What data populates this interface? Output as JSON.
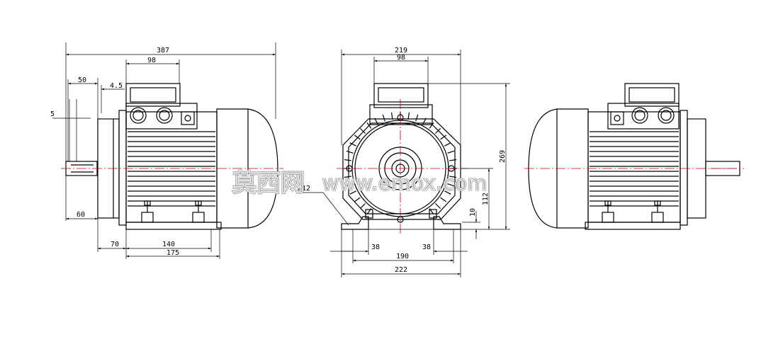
{
  "dimensions": {
    "side_total_length": "387",
    "side_terminal_box_width": "98",
    "side_shaft_length": "50",
    "side_shoulder": "4.5",
    "side_key_width": "5",
    "side_shaft_to_foot": "60",
    "side_foot_offset": "70",
    "side_foot_hole_spacing": "140",
    "side_foot_length": "175",
    "front_total_width": "219",
    "front_terminal_box_width": "98",
    "front_total_height": "269",
    "front_shaft_height": "112",
    "front_foot_thickness": "10",
    "front_hole_diameter": "Ø12",
    "front_foot_width_left": "38",
    "front_foot_width_right": "38",
    "front_foot_hole_spacing": "190",
    "front_base_width": "222"
  },
  "watermark": {
    "site_name": "莫西网",
    "url": "www.emox.com"
  },
  "colors": {
    "line": "#000000",
    "centerline": "#cc0000",
    "watermark_shadow": "#9a9a9a"
  }
}
